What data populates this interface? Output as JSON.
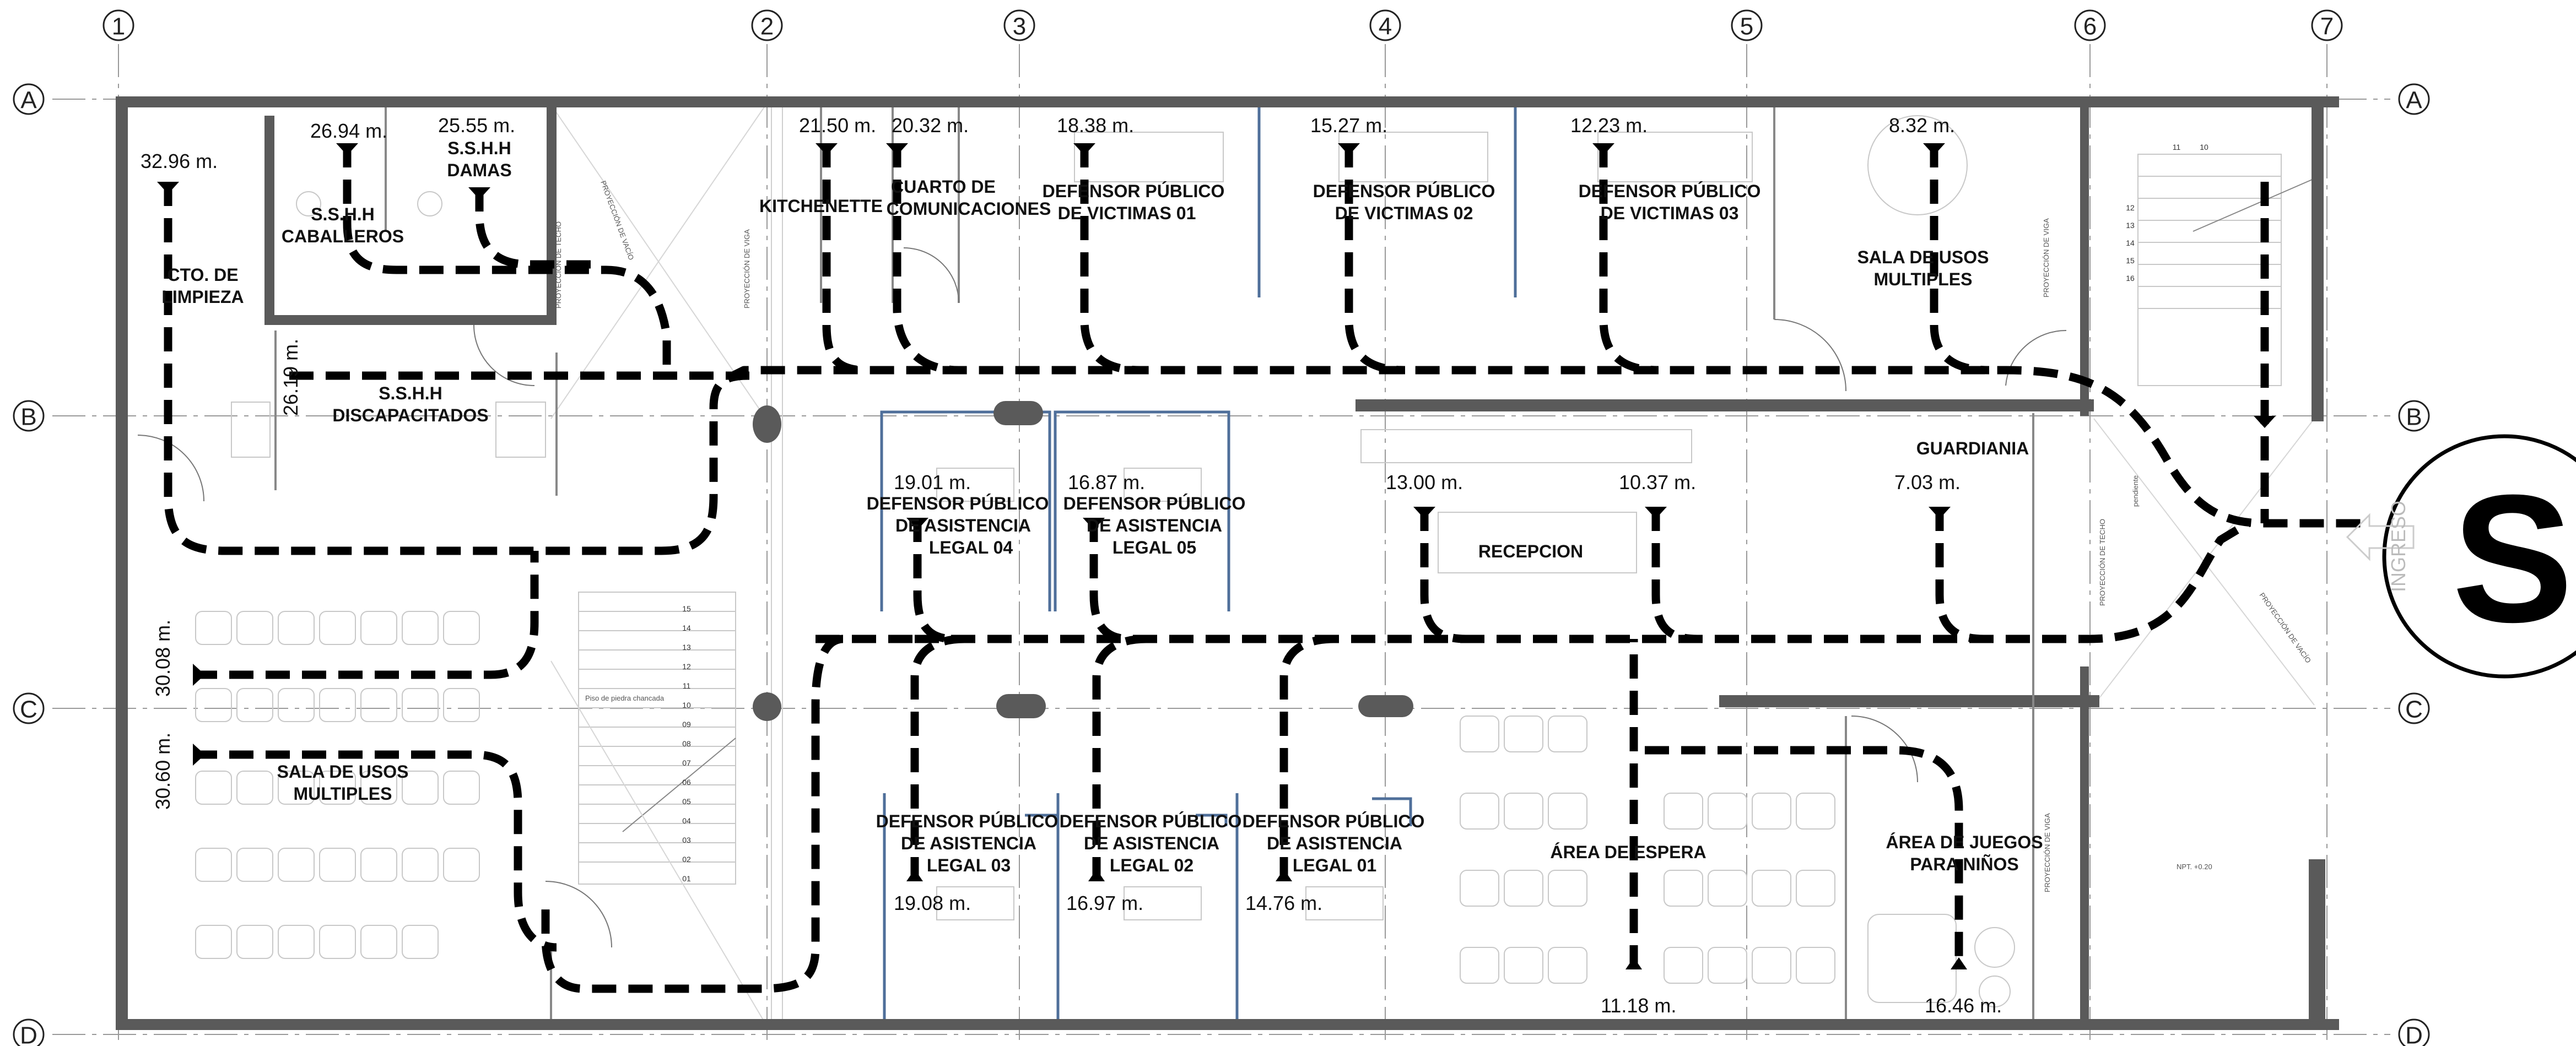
{
  "grid": {
    "columns": [
      "1",
      "2",
      "3",
      "4",
      "5",
      "6",
      "7"
    ],
    "rows": [
      "A",
      "B",
      "C",
      "D"
    ]
  },
  "rooms": {
    "limpieza": [
      "CTO. DE",
      "LIMPIEZA"
    ],
    "sshh_caballeros": [
      "S.S.H.H",
      "CABALLEROS"
    ],
    "sshh_damas": [
      "S.S.H.H",
      "DAMAS"
    ],
    "kitchenette": "KITCHENETTE",
    "comunicaciones": [
      "CUARTO DE",
      "COMUNICACIONES"
    ],
    "victimas_01": [
      "DEFENSOR PÚBLICO",
      "DE VICTIMAS 01"
    ],
    "victimas_02": [
      "DEFENSOR PÚBLICO",
      "DE VICTIMAS 02"
    ],
    "victimas_03": [
      "DEFENSOR PÚBLICO",
      "DE VICTIMAS 03"
    ],
    "sala_usos_top": [
      "SALA DE USOS",
      "MULTIPLES"
    ],
    "sshh_discapacitados": [
      "S.S.H.H",
      "DISCAPACITADOS"
    ],
    "asistencia_04": [
      "DEFENSOR PÚBLICO",
      "DE ASISTENCIA",
      "LEGAL 04"
    ],
    "asistencia_05": [
      "DEFENSOR PÚBLICO",
      "DE ASISTENCIA",
      "LEGAL 05"
    ],
    "recepcion": "RECEPCION",
    "guardiania": "GUARDIANIA",
    "sala_usos_left": [
      "SALA DE USOS",
      "MULTIPLES"
    ],
    "asistencia_03": [
      "DEFENSOR PÚBLICO",
      "DE ASISTENCIA",
      "LEGAL 03"
    ],
    "asistencia_02": [
      "DEFENSOR PÚBLICO",
      "DE ASISTENCIA",
      "LEGAL 02"
    ],
    "asistencia_01": [
      "DEFENSOR PÚBLICO",
      "DE ASISTENCIA",
      "LEGAL 01"
    ],
    "espera": "ÁREA DE ESPERA",
    "juegos": [
      "ÁREA DE JUEGOS",
      "PARA NIÑOS"
    ]
  },
  "distances": {
    "limpieza": "32.96 m.",
    "caballeros": "26.94 m.",
    "damas": "25.55 m.",
    "kitchenette": "21.50 m.",
    "comunicaciones": "20.32 m.",
    "victimas_01": "18.38 m.",
    "victimas_02": "15.27 m.",
    "victimas_03": "12.23 m.",
    "sala_usos_top": "8.32 m.",
    "discapacitados": "26.19 m.",
    "asistencia_04": "19.01 m.",
    "asistencia_05": "16.87 m.",
    "recepcion_a": "13.00 m.",
    "recepcion_b": "10.37 m.",
    "guardiania": "7.03 m.",
    "sala_left_a": "30.08 m.",
    "sala_left_b": "30.60 m.",
    "asistencia_03": "19.08 m.",
    "asistencia_02": "16.97 m.",
    "asistencia_01": "14.76 m.",
    "espera": "11.18 m.",
    "juegos": "16.46 m."
  },
  "annotations": {
    "stair_floor": "Piso de piedra chancada",
    "proyeccion_techo": "PROYECCIÓN DE TECHO",
    "proyeccion_vacio": "PROYECCIÓN DE VACÍO",
    "proyeccion_viga": "PROYECCIÓN DE VIGA",
    "pendiente": "pendiente",
    "npt": "NPT. +0.20",
    "stair_steps": [
      "01",
      "02",
      "03",
      "04",
      "05",
      "06",
      "07",
      "08",
      "09",
      "10",
      "11",
      "12",
      "13",
      "14",
      "15"
    ],
    "right_stair_steps": [
      "10",
      "11",
      "12",
      "13",
      "14",
      "15",
      "16"
    ]
  },
  "entrance": {
    "letter": "S",
    "word": "INGRESO"
  }
}
